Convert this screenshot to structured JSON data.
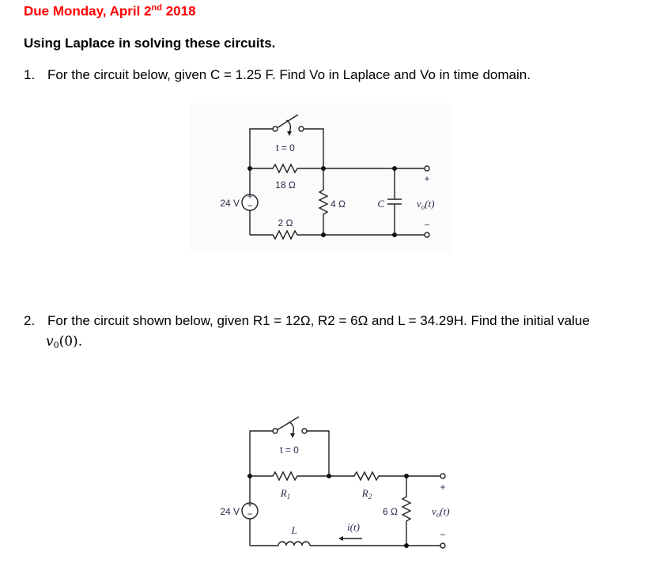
{
  "header": {
    "due_text": "Due Monday, April 2",
    "due_sup": "nd",
    "due_year": " 2018",
    "due_color": "#ff0000",
    "heading": "Using Laplace in solving these circuits."
  },
  "questions": [
    {
      "number": "1.",
      "text": "For the circuit below, given C = 1.25 F. Find Vo in Laplace and Vo in time domain.",
      "circuit": {
        "switch_label": "t = 0",
        "source_label": "24 V",
        "r_top_label": "18 Ω",
        "r_bottom_label": "2 Ω",
        "r_mid_label": "4 Ω",
        "cap_label": "C",
        "output_label": "v",
        "output_sub": "o",
        "output_arg": "(t)",
        "plus": "+",
        "minus": "−"
      }
    },
    {
      "number": "2.",
      "text": "For the circuit shown below,  given R1 = 12Ω, R2 = 6Ω and L = 34.29H. Find the initial value",
      "text_line2_var": "v",
      "text_line2_sub": "0",
      "text_line2_arg": "(0).",
      "circuit": {
        "switch_label": "t = 0",
        "source_label": "24 V",
        "r1_label": "R",
        "r1_sub": "1",
        "r2_label": "R",
        "r2_sub": "2",
        "r_load_label": "6 Ω",
        "inductor_label": "L",
        "current_label": "i(t)",
        "output_label": "v",
        "output_sub": "o",
        "output_arg": "(t)",
        "plus": "+",
        "minus": "−"
      }
    }
  ]
}
